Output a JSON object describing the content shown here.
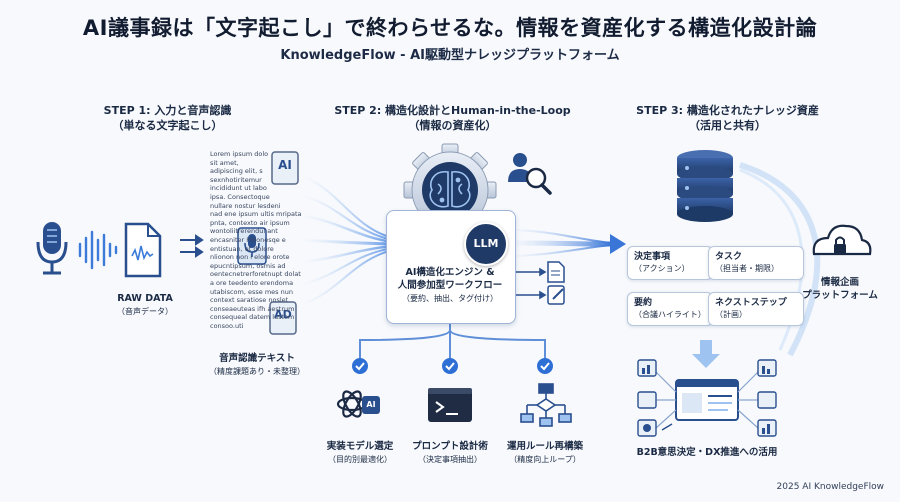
{
  "title": "AI議事録は「文字起こし」で終わらせるな。情報を資産化する構造化設計論",
  "subtitle": "KnowledgeFlow - AI駆動型ナレッジプラットフォーム",
  "steps": [
    {
      "title": "STEP 1: 入力と音声認識",
      "desc": "（単なる文字起こし）"
    },
    {
      "title": "STEP 2: 構造化設計とHuman-in-the-Loop",
      "desc": "（情報の資産化）"
    },
    {
      "title": "STEP 3: 構造化されたナレッジ資産",
      "desc": "（活用と共有）"
    }
  ],
  "raw": {
    "label": "RAW DATA",
    "sub": "（音声データ）"
  },
  "doc_badges": {
    "ai": "AI",
    "ad": "AD"
  },
  "transcript": {
    "label": "音声認識テキスト",
    "sub": "（精度課題あり・未整理）"
  },
  "lorem_lines": [
    "Lorem ipsum dolo",
    "sit amet,",
    "adipiscing elit, s",
    "sexnhotiritemur",
    "incididunt ut labo",
    "ipsa. Consectoque",
    "nullare nostur lesdeni",
    "nad ene ipsum ultis mripata",
    "pnta, contexto air ipsum",
    "wontoliitrerendul ant",
    "encasniter Pdionesqe e",
    "entistuan, et dolore",
    "nlionon non i elore orote",
    "epucntipsum, osmis ad",
    "oentecnetrerforetnupt dolat",
    "a ore teedento erendoma",
    "utabiscom, esse mes nun",
    "context saratiose noslet",
    "conseaeuteas ifh aestrum",
    "consequeal datem lustom",
    "consoo.uti"
  ],
  "engine": {
    "line1": "AI構造化エンジン &",
    "line2": "人間参加型ワークフロー",
    "line3": "（要約、抽出、タグ付け）",
    "badge": "LLM"
  },
  "tools": [
    {
      "label": "実装モデル選定",
      "sub": "（目的別最適化）",
      "badge": "AI"
    },
    {
      "label": "プロンプト設計術",
      "sub": "（決定事項抽出）"
    },
    {
      "label": "運用ルール再構築",
      "sub": "（精度向上ループ）"
    }
  ],
  "cards": [
    {
      "title": "決定事項",
      "sub": "（アクション）"
    },
    {
      "title": "タスク",
      "sub": "（担当者・期限）"
    },
    {
      "title": "要約",
      "sub": "（合議ハイライト）"
    },
    {
      "title": "ネクストステップ",
      "sub": "（計画）"
    }
  ],
  "platform": {
    "line1": "情報企画",
    "line2": "プラットフォーム"
  },
  "b2b": {
    "label": "B2B意思決定・DX推進への活用"
  },
  "footer": "2025 AI KnowledgeFlow",
  "colors": {
    "accent": "#2f66c8",
    "dark": "#1f3a66",
    "light": "#9fc3f0",
    "check": "#2e6fd6"
  }
}
